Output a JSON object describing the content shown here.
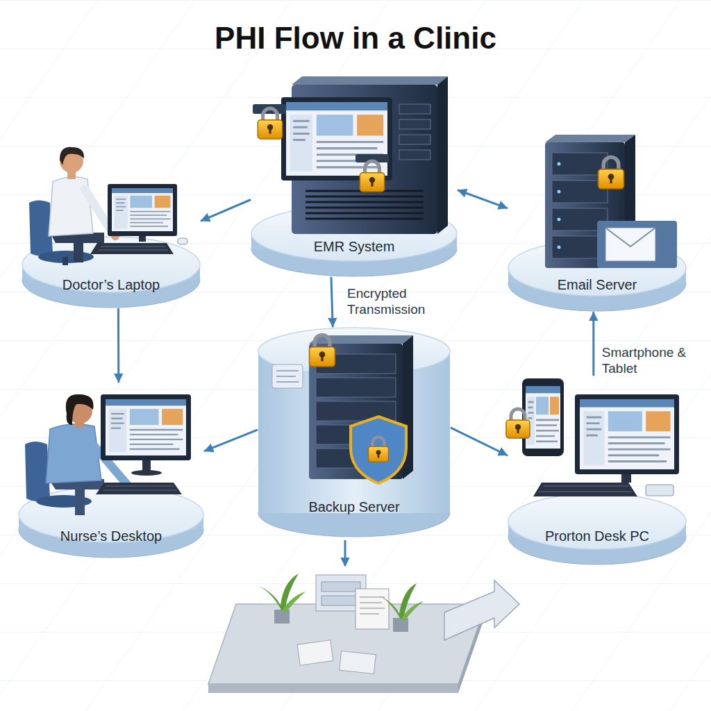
{
  "diagram": {
    "title": "PHI Flow in a Clinic",
    "nodes": [
      {
        "text": [
          "Doctor’s Laptop"
        ]
      },
      {
        "text": [
          "EMR System"
        ]
      },
      {
        "text": [
          "Email Server"
        ]
      },
      {
        "text": [
          "Nurse’s Desktop"
        ]
      },
      {
        "text": [
          "Backup Server"
        ]
      },
      {
        "text": [
          "Prorton Desk PC"
        ]
      }
    ],
    "edges": [
      {
        "from": 1,
        "to": 0,
        "arrow": "to"
      },
      {
        "from": 1,
        "to": 2,
        "arrow": "both"
      },
      {
        "from": 1,
        "to": 4,
        "label": "Encrypted Transmission",
        "arrow": "to"
      },
      {
        "from": 0,
        "to": 3,
        "arrow": "to"
      },
      {
        "from": 4,
        "to": 3,
        "arrow": "to"
      },
      {
        "from": 4,
        "to": 5,
        "arrow": "to"
      },
      {
        "from": 5,
        "to": 2,
        "label": "Smartphone & Tablet",
        "arrow": "to"
      }
    ]
  }
}
